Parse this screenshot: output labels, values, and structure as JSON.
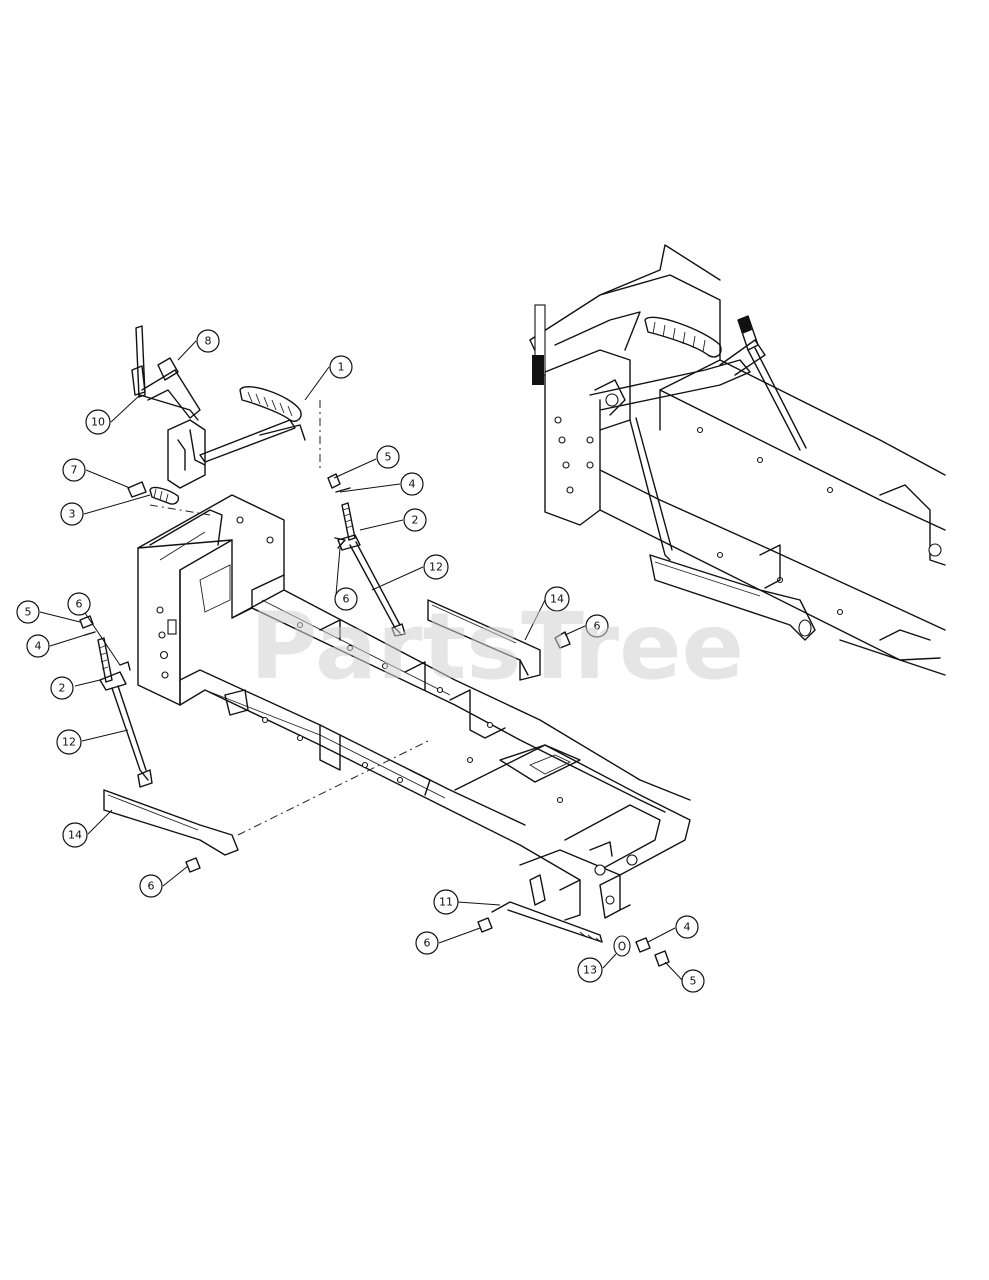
{
  "watermark": "PartsTree",
  "callouts": [
    {
      "label": "1"
    },
    {
      "label": "8"
    },
    {
      "label": "10"
    },
    {
      "label": "7"
    },
    {
      "label": "3"
    },
    {
      "label": "5"
    },
    {
      "label": "4"
    },
    {
      "label": "2"
    },
    {
      "label": "6"
    },
    {
      "label": "12"
    },
    {
      "label": "5"
    },
    {
      "label": "6"
    },
    {
      "label": "4"
    },
    {
      "label": "2"
    },
    {
      "label": "12"
    },
    {
      "label": "14"
    },
    {
      "label": "6"
    },
    {
      "label": "14"
    },
    {
      "label": "6"
    },
    {
      "label": "11"
    },
    {
      "label": "6"
    },
    {
      "label": "4"
    },
    {
      "label": "13"
    },
    {
      "label": "5"
    }
  ]
}
